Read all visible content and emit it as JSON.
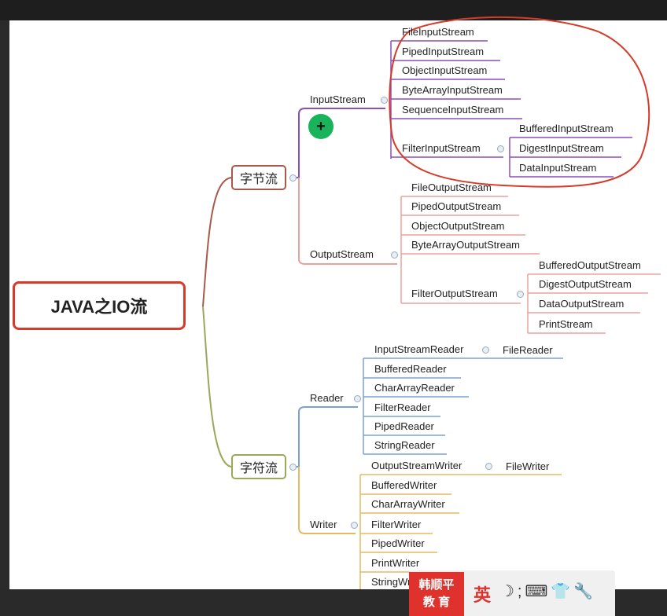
{
  "root": {
    "label": "JAVA之IO流"
  },
  "byte_stream": {
    "label": "字节流",
    "input": {
      "label": "InputStream",
      "children": [
        "FileInputStream",
        "PipedInputStream",
        "ObjectInputStream",
        "ByteArrayInputStream",
        "SequenceInputStream"
      ],
      "filter": {
        "label": "FilterInputStream",
        "children": [
          "BufferedInputStream",
          "DigestInputStream",
          "DataInputStream"
        ]
      }
    },
    "output": {
      "label": "OutputStream",
      "children": [
        "FileOutputStream",
        "PipedOutputStream",
        "ObjectOutputStream",
        "ByteArrayOutputStream"
      ],
      "filter": {
        "label": "FilterOutputStream",
        "children": [
          "BufferedOutputStream",
          "DigestOutputStream",
          "DataOutputStream",
          "PrintStream"
        ]
      }
    }
  },
  "char_stream": {
    "label": "字符流",
    "reader": {
      "label": "Reader",
      "bridge": {
        "label": "InputStreamReader",
        "child": "FileReader"
      },
      "children": [
        "BufferedReader",
        "CharArrayReader",
        "FilterReader",
        "PipedReader",
        "StringReader"
      ]
    },
    "writer": {
      "label": "Writer",
      "bridge": {
        "label": "OutputStreamWriter",
        "child": "FileWriter"
      },
      "children": [
        "BufferedWriter",
        "CharArrayWriter",
        "FilterWriter",
        "PipedWriter",
        "PrintWriter",
        "StringWriter"
      ]
    }
  },
  "cursor": {
    "symbol": "+"
  },
  "ime": {
    "logo_line1": "韩顺平",
    "logo_line2": "教 育",
    "lang": "英",
    "icons": "☽;⌨👕🔧"
  },
  "colors": {
    "byte": "#a85a4a",
    "input": "#8a4fbf",
    "output": "#e9a49a",
    "char": "#9aa85a",
    "reader": "#7aa0d8",
    "writer": "#e8b860",
    "annotation": "#d63b2a"
  }
}
